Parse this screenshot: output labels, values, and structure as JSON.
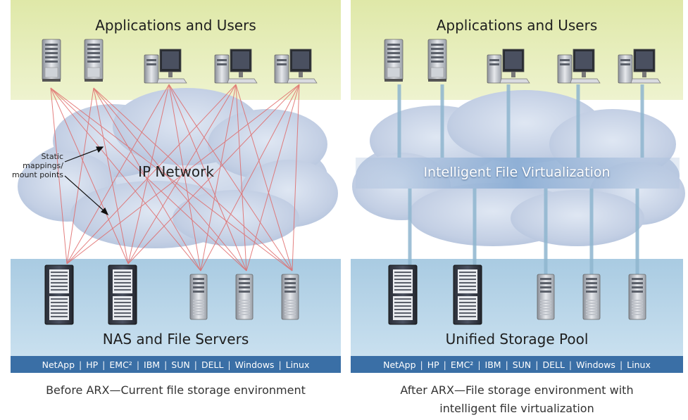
{
  "left_panel": {
    "top_label": "Applications and Users",
    "network_label": "IP Network",
    "annotation": [
      "Static",
      "mappings/",
      "mount points"
    ],
    "bottom_label": "NAS and File Servers",
    "caption": "Before ARX—Current file storage environment"
  },
  "right_panel": {
    "top_label": "Applications and Users",
    "virtualization_label": "Intelligent File Virtualization",
    "bottom_label": "Unified Storage Pool",
    "caption_lines": [
      "After ARX—File storage environment with",
      "intelligent file virtualization"
    ]
  },
  "vendors": [
    "NetApp",
    "HP",
    "EMC²",
    "IBM",
    "SUN",
    "DELL",
    "Windows",
    "Linux"
  ],
  "colors": {
    "top_band": "#e4ecb4",
    "bottom_band": "#b4d2e6",
    "vendor_bar": "#3a6fa6",
    "cloud": "#c6d2e6",
    "mesh_lines": "#e06a6a",
    "connectors": "#8fb6cf"
  },
  "icons": {
    "client_server": "tower-server-icon",
    "workstation": "desktop-computer-icon",
    "nas": "nas-storage-icon",
    "file_server": "file-server-icon"
  }
}
